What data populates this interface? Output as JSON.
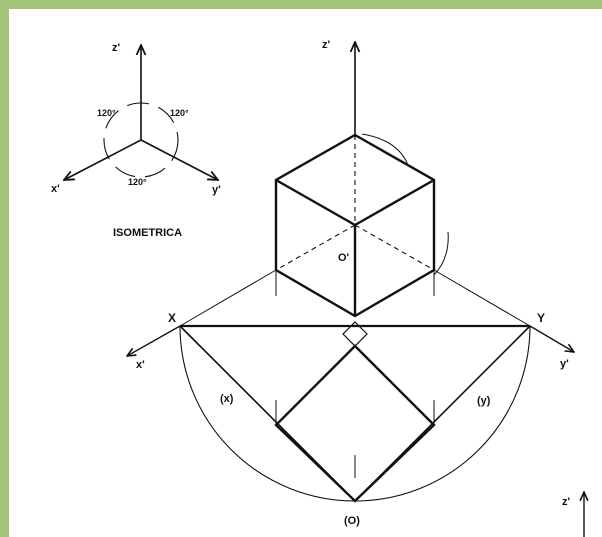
{
  "colors": {
    "frame": "#a3c27a",
    "paper": "#ffffff",
    "ink": "#111111"
  },
  "small_axes": {
    "z_label": "z'",
    "x_label": "x'",
    "y_label": "y'",
    "angle_top_left": "120°",
    "angle_top_right": "120°",
    "angle_bottom": "120°",
    "caption": "ISOMETRICA"
  },
  "main": {
    "z_label": "z'",
    "origin_label": "O'",
    "X_label": "X",
    "Y_label": "Y",
    "x_axis_label": "x'",
    "y_axis_label": "y'",
    "x_paren_label": "(x)",
    "y_paren_label": "(y)",
    "o_paren_label": "(O)"
  },
  "corner": {
    "z_label": "z'"
  }
}
